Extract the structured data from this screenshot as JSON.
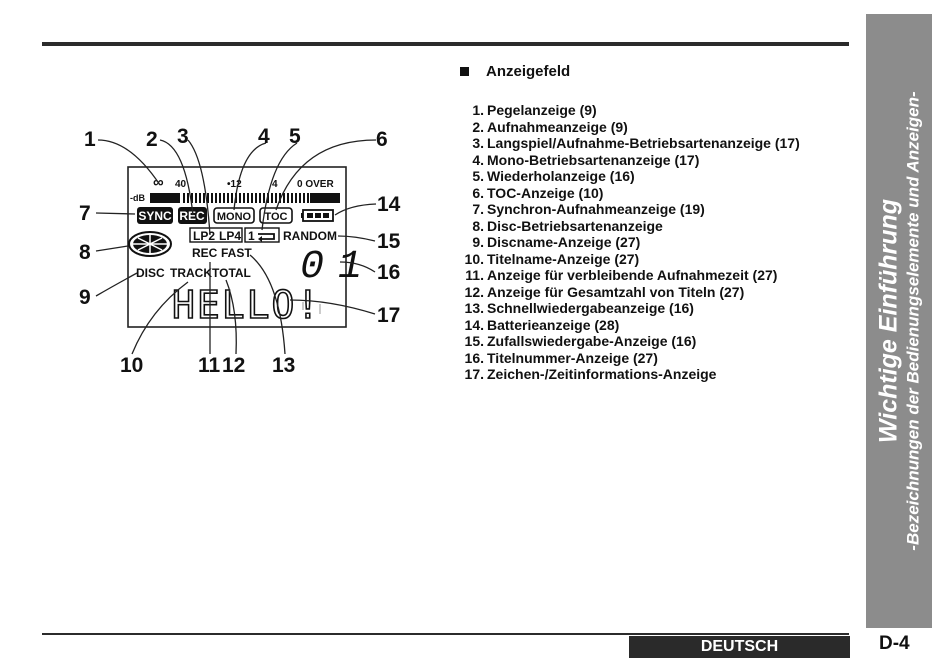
{
  "header": {
    "title": "Anzeigefeld"
  },
  "legend": [
    {
      "num": "1.",
      "text": "Pegelanzeige (9)"
    },
    {
      "num": "2.",
      "text": "Aufnahmeanzeige (9)"
    },
    {
      "num": "3.",
      "text": "Langspiel/Aufnahme-Betriebsartenanzeige (17)"
    },
    {
      "num": "4.",
      "text": "Mono-Betriebsartenanzeige (17)"
    },
    {
      "num": "5.",
      "text": "Wiederholanzeige (16)"
    },
    {
      "num": "6.",
      "text": "TOC-Anzeige (10)"
    },
    {
      "num": "7.",
      "text": "Synchron-Aufnahmeanzeige (19)"
    },
    {
      "num": "8.",
      "text": "Disc-Betriebsartenanzeige"
    },
    {
      "num": "9.",
      "text": "Discname-Anzeige (27)"
    },
    {
      "num": "10.",
      "text": "Titelname-Anzeige (27)"
    },
    {
      "num": "11.",
      "text": "Anzeige für verbleibende Aufnahmezeit (27)"
    },
    {
      "num": "12.",
      "text": "Anzeige für Gesamtzahl von Titeln (27)"
    },
    {
      "num": "13.",
      "text": "Schnellwiedergabeanzeige (16)"
    },
    {
      "num": "14.",
      "text": "Batterieanzeige (28)"
    },
    {
      "num": "15.",
      "text": "Zufallswiedergabe-Anzeige (16)"
    },
    {
      "num": "16.",
      "text": "Titelnummer-Anzeige (27)"
    },
    {
      "num": "17.",
      "text": "Zeichen-/Zeitinformations-Anzeige"
    }
  ],
  "side_tab": {
    "title": "Wichtige Einführung",
    "subtitle": "-Bezeichnungen der Bedienungselemente und Anzeigen-"
  },
  "footer": {
    "language": "DEUTSCH",
    "page": "D-4"
  },
  "display": {
    "level_infinity": "∞",
    "level_db": "-dB",
    "level_40": "40",
    "level_12": "•12",
    "level_4": "4",
    "level_0over": "0 OVER",
    "sync": "SYNC",
    "rec_badge": "REC",
    "mono": "MONO",
    "toc": "TOC",
    "lp2": "LP2",
    "lp4": "LP4",
    "repeat_one": "1",
    "random": "RANDOM",
    "track_number": "01",
    "disc": "DISC",
    "track": "TRACK",
    "total": "TOTAL",
    "rec_label": "REC",
    "fast": "FAST",
    "hello": "HELLO!"
  },
  "callouts": [
    "1",
    "2",
    "3",
    "4",
    "5",
    "6",
    "7",
    "8",
    "9",
    "10",
    "11",
    "12",
    "13",
    "14",
    "15",
    "16",
    "17"
  ]
}
